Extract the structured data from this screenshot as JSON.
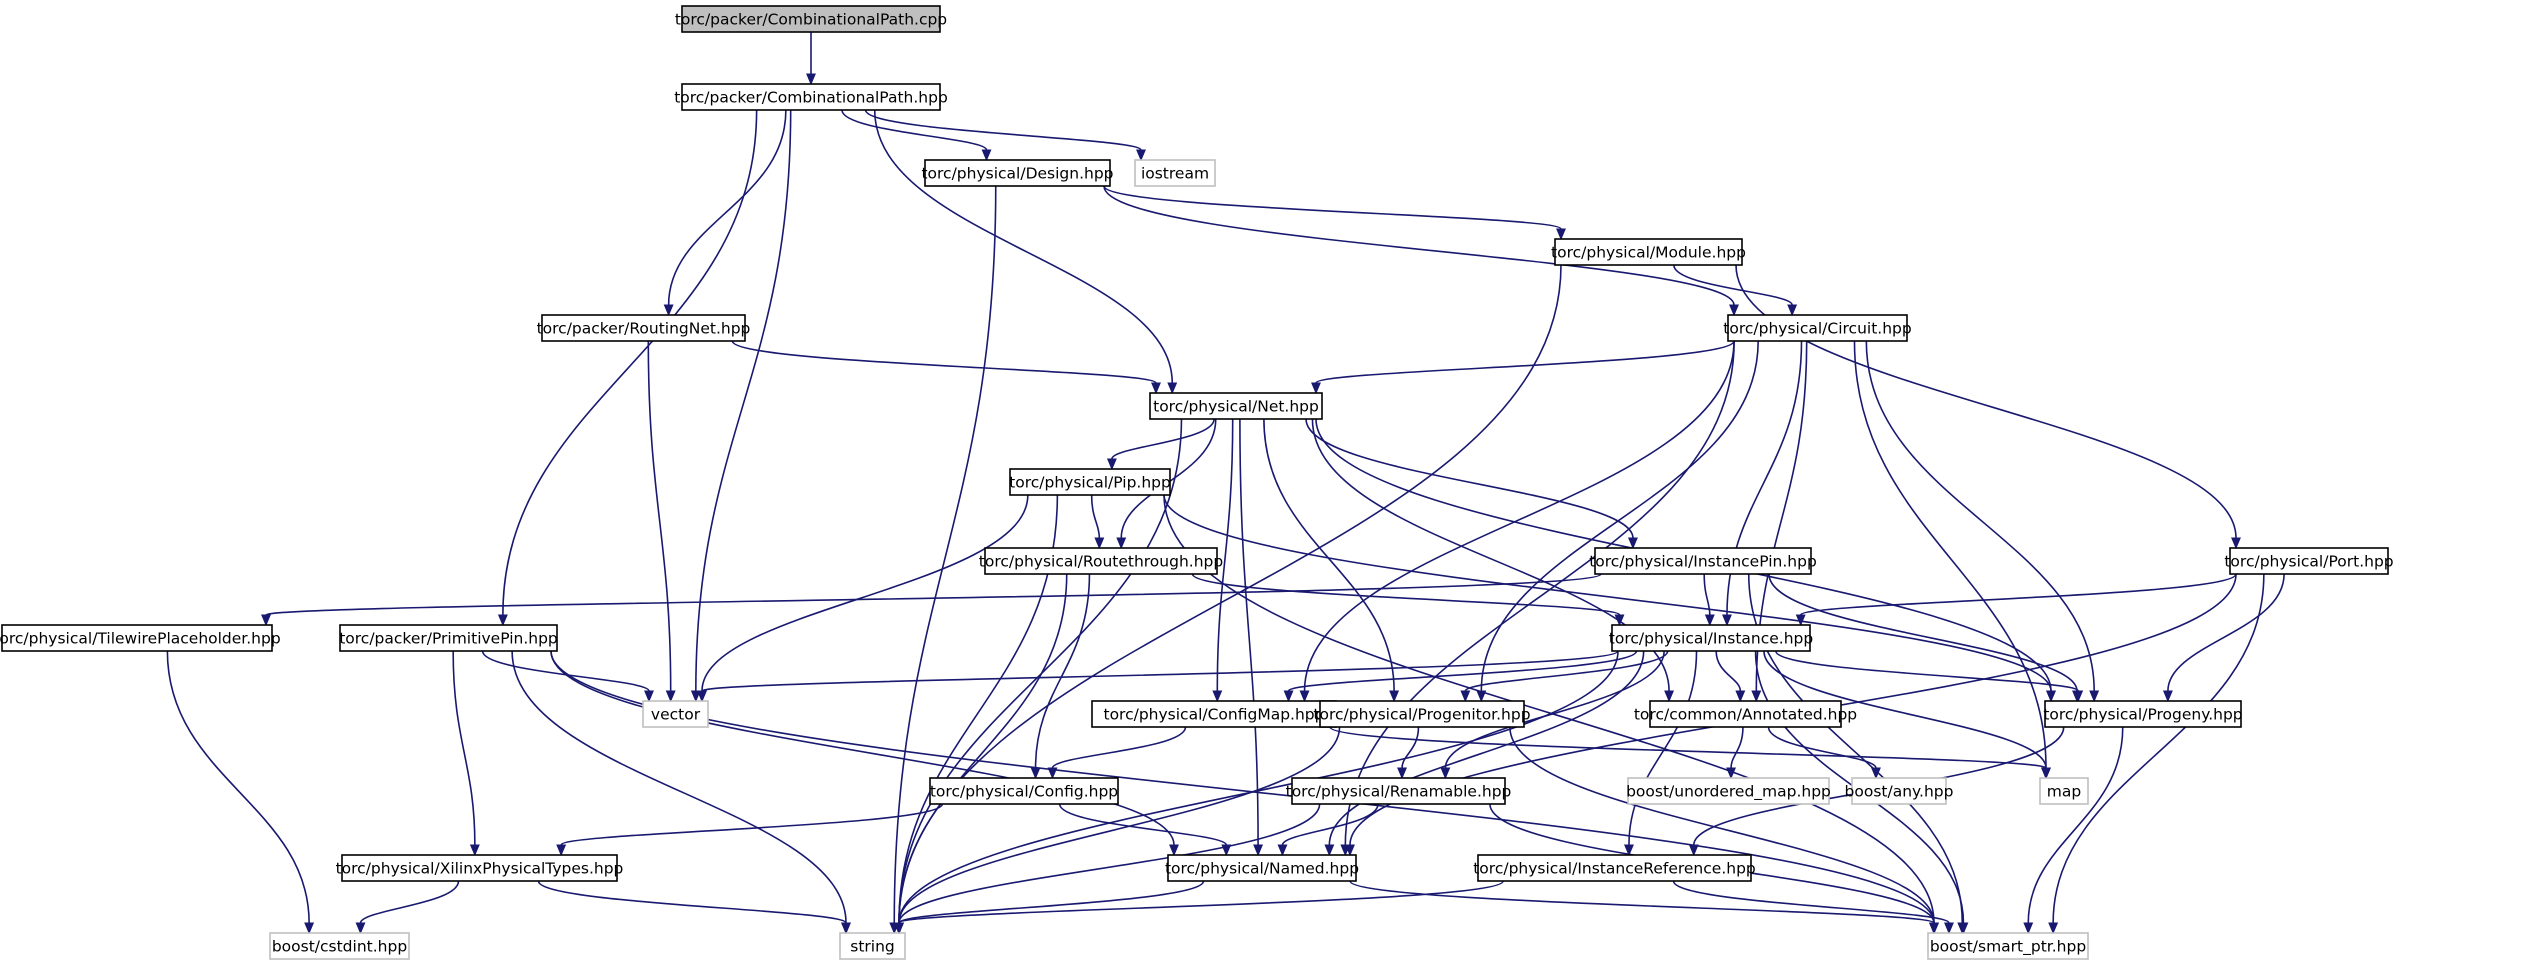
{
  "nodes": [
    {
      "id": "n_cpp",
      "label": "torc/packer/CombinationalPath.cpp",
      "style": "root"
    },
    {
      "id": "n_cphpp",
      "label": "torc/packer/CombinationalPath.hpp",
      "style": "normal"
    },
    {
      "id": "n_design",
      "label": "torc/physical/Design.hpp",
      "style": "normal"
    },
    {
      "id": "n_iostream",
      "label": "iostream",
      "style": "external"
    },
    {
      "id": "n_module",
      "label": "torc/physical/Module.hpp",
      "style": "normal"
    },
    {
      "id": "n_routingnet",
      "label": "torc/packer/RoutingNet.hpp",
      "style": "normal"
    },
    {
      "id": "n_circuit",
      "label": "torc/physical/Circuit.hpp",
      "style": "normal"
    },
    {
      "id": "n_net",
      "label": "torc/physical/Net.hpp",
      "style": "normal"
    },
    {
      "id": "n_pip",
      "label": "torc/physical/Pip.hpp",
      "style": "normal"
    },
    {
      "id": "n_routethrough",
      "label": "torc/physical/Routethrough.hpp",
      "style": "normal"
    },
    {
      "id": "n_instancepin",
      "label": "torc/physical/InstancePin.hpp",
      "style": "normal"
    },
    {
      "id": "n_port",
      "label": "torc/physical/Port.hpp",
      "style": "normal"
    },
    {
      "id": "n_tilewire",
      "label": "torc/physical/TilewirePlaceholder.hpp",
      "style": "normal"
    },
    {
      "id": "n_primitivepin",
      "label": "torc/packer/PrimitivePin.hpp",
      "style": "normal"
    },
    {
      "id": "n_instance",
      "label": "torc/physical/Instance.hpp",
      "style": "normal"
    },
    {
      "id": "n_vector",
      "label": "vector",
      "style": "external"
    },
    {
      "id": "n_configmap",
      "label": "torc/physical/ConfigMap.hpp",
      "style": "normal"
    },
    {
      "id": "n_progenitor",
      "label": "torc/physical/Progenitor.hpp",
      "style": "normal"
    },
    {
      "id": "n_annotated",
      "label": "torc/common/Annotated.hpp",
      "style": "normal"
    },
    {
      "id": "n_progeny",
      "label": "torc/physical/Progeny.hpp",
      "style": "normal"
    },
    {
      "id": "n_config",
      "label": "torc/physical/Config.hpp",
      "style": "normal"
    },
    {
      "id": "n_renamable",
      "label": "torc/physical/Renamable.hpp",
      "style": "normal"
    },
    {
      "id": "n_unordered",
      "label": "boost/unordered_map.hpp",
      "style": "external"
    },
    {
      "id": "n_any",
      "label": "boost/any.hpp",
      "style": "external"
    },
    {
      "id": "n_map",
      "label": "map",
      "style": "external"
    },
    {
      "id": "n_xilinx",
      "label": "torc/physical/XilinxPhysicalTypes.hpp",
      "style": "normal"
    },
    {
      "id": "n_named",
      "label": "torc/physical/Named.hpp",
      "style": "normal"
    },
    {
      "id": "n_instref",
      "label": "torc/physical/InstanceReference.hpp",
      "style": "normal"
    },
    {
      "id": "n_cstdint",
      "label": "boost/cstdint.hpp",
      "style": "external"
    },
    {
      "id": "n_string",
      "label": "string",
      "style": "external"
    },
    {
      "id": "n_smartptr",
      "label": "boost/smart_ptr.hpp",
      "style": "external"
    }
  ],
  "edges": [
    {
      "from": "n_cpp",
      "to": "n_cphpp"
    },
    {
      "from": "n_cphpp",
      "to": "n_design"
    },
    {
      "from": "n_cphpp",
      "to": "n_iostream"
    },
    {
      "from": "n_cphpp",
      "to": "n_routingnet"
    },
    {
      "from": "n_cphpp",
      "to": "n_net"
    },
    {
      "from": "n_cphpp",
      "to": "n_primitivepin"
    },
    {
      "from": "n_cphpp",
      "to": "n_vector"
    },
    {
      "from": "n_design",
      "to": "n_module"
    },
    {
      "from": "n_design",
      "to": "n_circuit"
    },
    {
      "from": "n_design",
      "to": "n_string"
    },
    {
      "from": "n_module",
      "to": "n_circuit"
    },
    {
      "from": "n_module",
      "to": "n_port"
    },
    {
      "from": "n_module",
      "to": "n_string"
    },
    {
      "from": "n_routingnet",
      "to": "n_net"
    },
    {
      "from": "n_routingnet",
      "to": "n_vector"
    },
    {
      "from": "n_circuit",
      "to": "n_net"
    },
    {
      "from": "n_circuit",
      "to": "n_instance"
    },
    {
      "from": "n_circuit",
      "to": "n_configmap"
    },
    {
      "from": "n_circuit",
      "to": "n_progenitor"
    },
    {
      "from": "n_circuit",
      "to": "n_annotated"
    },
    {
      "from": "n_circuit",
      "to": "n_progeny"
    },
    {
      "from": "n_circuit",
      "to": "n_map"
    },
    {
      "from": "n_circuit",
      "to": "n_named"
    },
    {
      "from": "n_net",
      "to": "n_pip"
    },
    {
      "from": "n_net",
      "to": "n_routethrough"
    },
    {
      "from": "n_net",
      "to": "n_instancepin"
    },
    {
      "from": "n_net",
      "to": "n_configmap"
    },
    {
      "from": "n_net",
      "to": "n_progenitor"
    },
    {
      "from": "n_net",
      "to": "n_annotated"
    },
    {
      "from": "n_net",
      "to": "n_progeny"
    },
    {
      "from": "n_net",
      "to": "n_named"
    },
    {
      "from": "n_net",
      "to": "n_string"
    },
    {
      "from": "n_pip",
      "to": "n_routethrough"
    },
    {
      "from": "n_pip",
      "to": "n_vector"
    },
    {
      "from": "n_pip",
      "to": "n_string"
    },
    {
      "from": "n_pip",
      "to": "n_smartptr"
    },
    {
      "from": "n_pip",
      "to": "n_progeny"
    },
    {
      "from": "n_routethrough",
      "to": "n_instance"
    },
    {
      "from": "n_routethrough",
      "to": "n_config"
    },
    {
      "from": "n_routethrough",
      "to": "n_string"
    },
    {
      "from": "n_instancepin",
      "to": "n_tilewire"
    },
    {
      "from": "n_instancepin",
      "to": "n_instance"
    },
    {
      "from": "n_instancepin",
      "to": "n_progeny"
    },
    {
      "from": "n_instancepin",
      "to": "n_smartptr"
    },
    {
      "from": "n_port",
      "to": "n_instance"
    },
    {
      "from": "n_port",
      "to": "n_progeny"
    },
    {
      "from": "n_port",
      "to": "n_named"
    },
    {
      "from": "n_port",
      "to": "n_smartptr"
    },
    {
      "from": "n_tilewire",
      "to": "n_cstdint"
    },
    {
      "from": "n_primitivepin",
      "to": "n_vector"
    },
    {
      "from": "n_primitivepin",
      "to": "n_xilinx"
    },
    {
      "from": "n_primitivepin",
      "to": "n_named"
    },
    {
      "from": "n_primitivepin",
      "to": "n_string"
    },
    {
      "from": "n_primitivepin",
      "to": "n_smartptr"
    },
    {
      "from": "n_instance",
      "to": "n_vector"
    },
    {
      "from": "n_instance",
      "to": "n_configmap"
    },
    {
      "from": "n_instance",
      "to": "n_progenitor"
    },
    {
      "from": "n_instance",
      "to": "n_annotated"
    },
    {
      "from": "n_instance",
      "to": "n_progeny"
    },
    {
      "from": "n_instance",
      "to": "n_renamable"
    },
    {
      "from": "n_instance",
      "to": "n_map"
    },
    {
      "from": "n_instance",
      "to": "n_instref"
    },
    {
      "from": "n_instance",
      "to": "n_named"
    },
    {
      "from": "n_instance",
      "to": "n_string"
    },
    {
      "from": "n_instance",
      "to": "n_smartptr"
    },
    {
      "from": "n_configmap",
      "to": "n_config"
    },
    {
      "from": "n_configmap",
      "to": "n_map"
    },
    {
      "from": "n_progenitor",
      "to": "n_renamable"
    },
    {
      "from": "n_progenitor",
      "to": "n_smartptr"
    },
    {
      "from": "n_progenitor",
      "to": "n_string"
    },
    {
      "from": "n_annotated",
      "to": "n_unordered"
    },
    {
      "from": "n_annotated",
      "to": "n_any"
    },
    {
      "from": "n_progeny",
      "to": "n_smartptr"
    },
    {
      "from": "n_progeny",
      "to": "n_instref"
    },
    {
      "from": "n_config",
      "to": "n_named"
    },
    {
      "from": "n_config",
      "to": "n_xilinx"
    },
    {
      "from": "n_renamable",
      "to": "n_named"
    },
    {
      "from": "n_renamable",
      "to": "n_string"
    },
    {
      "from": "n_renamable",
      "to": "n_smartptr"
    },
    {
      "from": "n_xilinx",
      "to": "n_cstdint"
    },
    {
      "from": "n_xilinx",
      "to": "n_string"
    },
    {
      "from": "n_named",
      "to": "n_string"
    },
    {
      "from": "n_named",
      "to": "n_smartptr"
    },
    {
      "from": "n_instref",
      "to": "n_string"
    },
    {
      "from": "n_instref",
      "to": "n_smartptr"
    }
  ],
  "colors": {
    "edge": "#191970",
    "node_border": "#000000",
    "external_border": "#bfbfbf",
    "root_fill": "#bfbfbf",
    "node_fill": "#ffffff",
    "text": "#000000"
  }
}
